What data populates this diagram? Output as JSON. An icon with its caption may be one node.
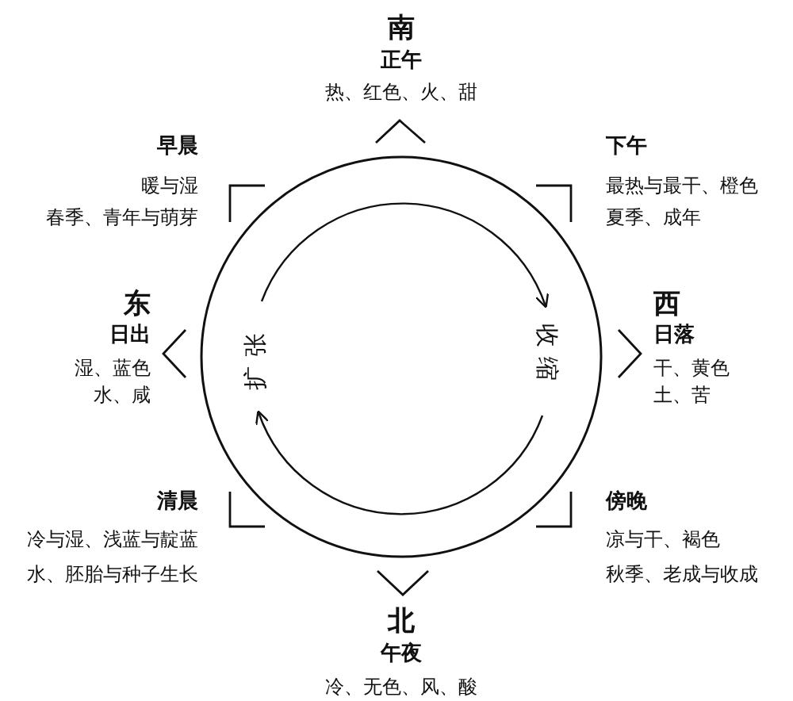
{
  "diagram": {
    "nodes": [
      {
        "text": [
          "扩张",
          "收缩"
        ]
      }
    ],
    "labels": [
      "南",
      "正午",
      "热、红色、火、甜",
      "早晨",
      "暖与湿",
      "春季、青年与萌芽",
      "下午",
      "最热与最干、橙色",
      "夏季、成年",
      "东",
      "日出",
      "湿、蓝色",
      "水、咸",
      "西",
      "日落",
      "干、黄色",
      "土、苦",
      "清晨",
      "冷与湿、浅蓝与靛蓝",
      "水、胚胎与种子生长",
      "傍晚",
      "凉与干、褐色",
      "秋季、老成与收成",
      "北",
      "午夜",
      "冷、无色、风、酸"
    ]
  }
}
